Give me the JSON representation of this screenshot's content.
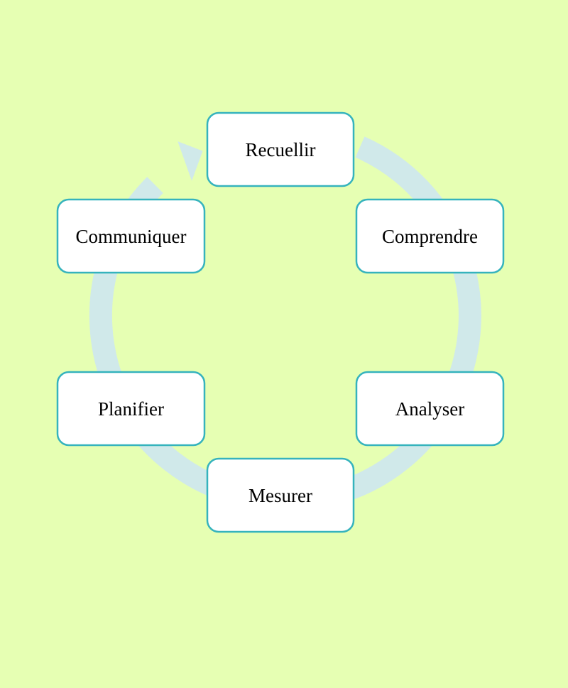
{
  "diagram": {
    "type": "cycle",
    "colors": {
      "background": "#e6ffb3",
      "ring": "#d0e9ea",
      "box_fill": "#ffffff",
      "box_border": "#35b3bd",
      "text": "#000000"
    },
    "arrow_icon": "cycle-arrowhead-icon",
    "steps": [
      {
        "id": "recueillir",
        "label": "Recuellir"
      },
      {
        "id": "comprendre",
        "label": "Comprendre"
      },
      {
        "id": "analyser",
        "label": "Analyser"
      },
      {
        "id": "mesurer",
        "label": "Mesurer"
      },
      {
        "id": "planifier",
        "label": "Planifier"
      },
      {
        "id": "communiquer",
        "label": "Communiquer"
      }
    ]
  }
}
